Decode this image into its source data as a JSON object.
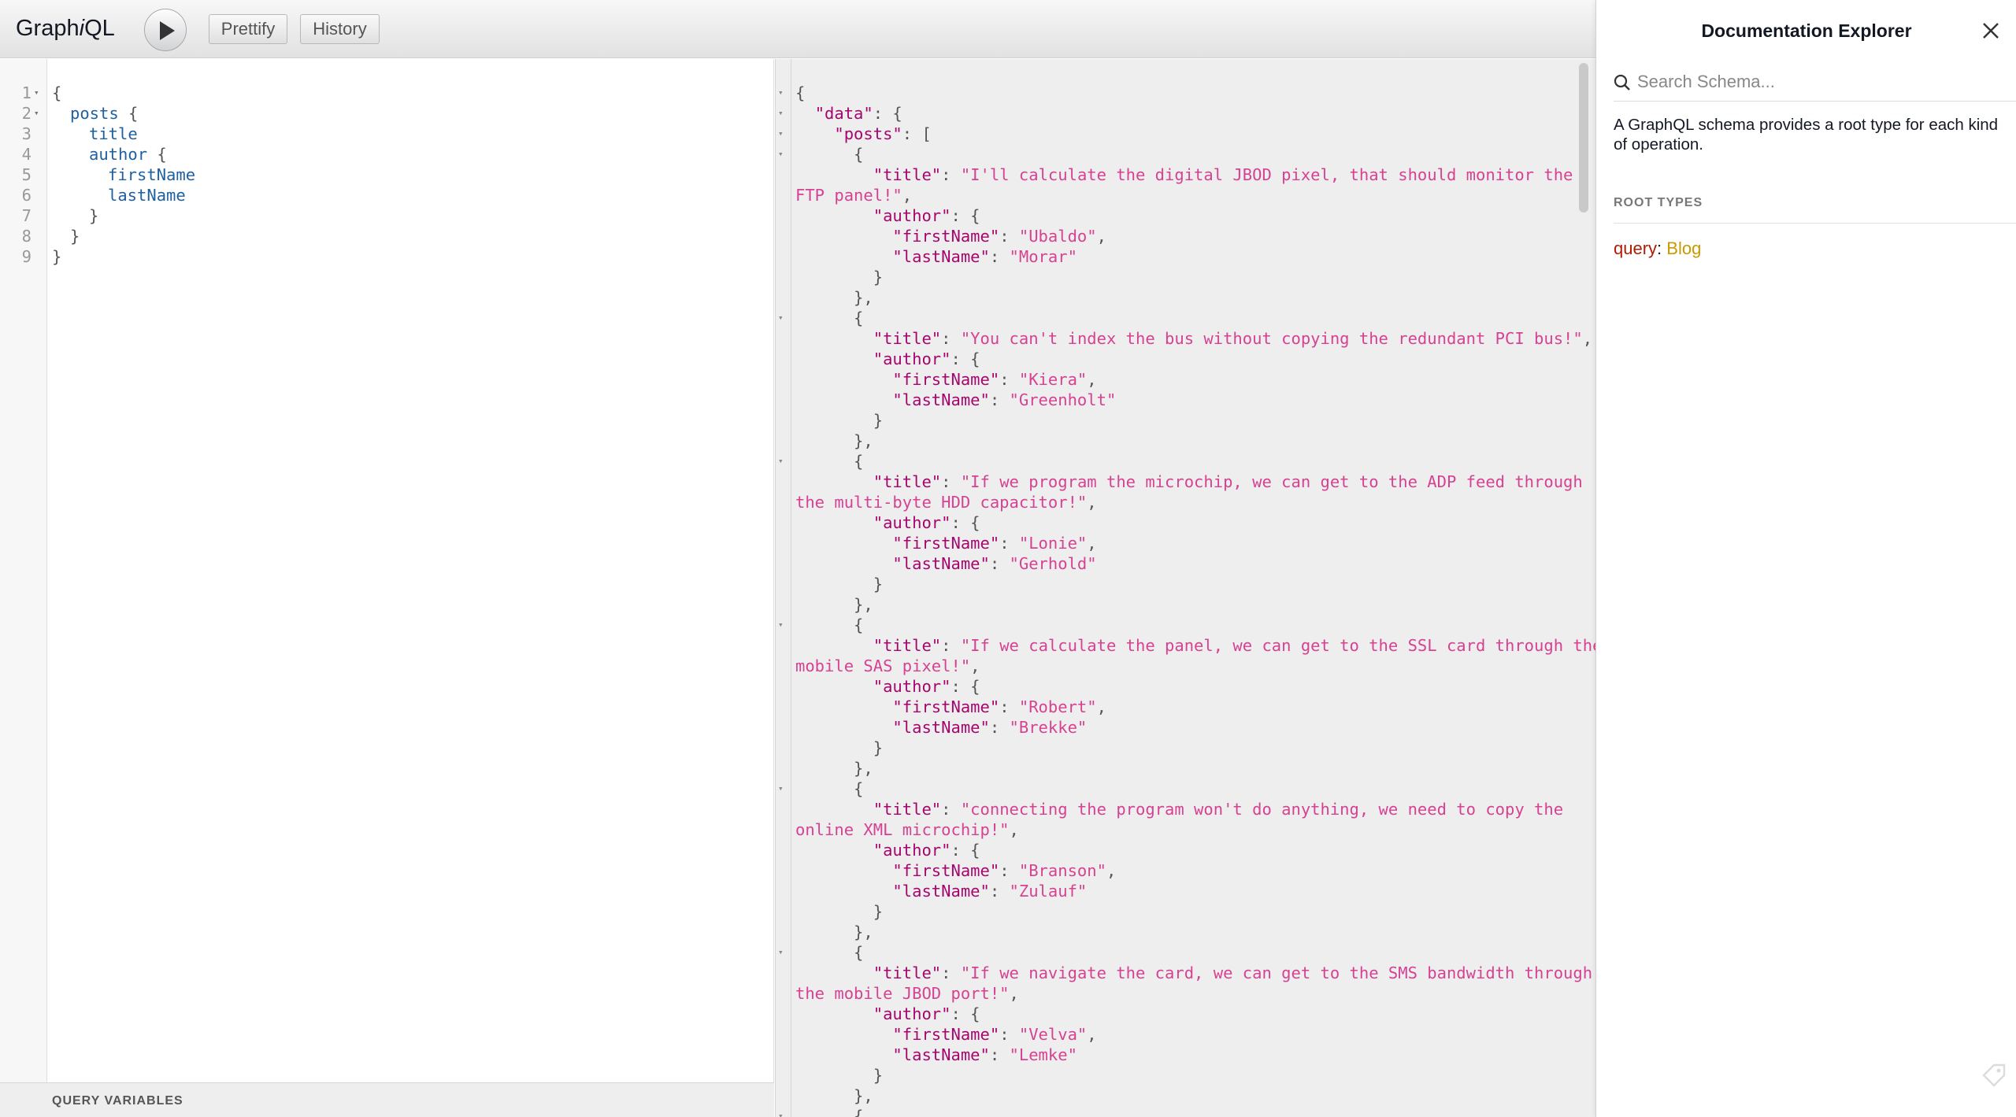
{
  "app": {
    "logo_prefix": "Graph",
    "logo_italic": "i",
    "logo_suffix": "QL"
  },
  "toolbar": {
    "run_icon": "play-icon",
    "prettify_label": "Prettify",
    "history_label": "History"
  },
  "query_editor": {
    "lines": [
      {
        "num": "1",
        "indent": 0,
        "fold": true,
        "text": "{"
      },
      {
        "num": "2",
        "indent": 1,
        "fold": true,
        "field": "posts",
        "suffix": " {"
      },
      {
        "num": "3",
        "indent": 2,
        "fold": false,
        "field": "title",
        "suffix": ""
      },
      {
        "num": "4",
        "indent": 2,
        "fold": false,
        "field": "author",
        "suffix": " {"
      },
      {
        "num": "5",
        "indent": 3,
        "fold": false,
        "field": "firstName",
        "suffix": ""
      },
      {
        "num": "6",
        "indent": 3,
        "fold": false,
        "field": "lastName",
        "suffix": ""
      },
      {
        "num": "7",
        "indent": 2,
        "fold": false,
        "text": "}"
      },
      {
        "num": "8",
        "indent": 1,
        "fold": false,
        "text": "}"
      },
      {
        "num": "9",
        "indent": 0,
        "fold": false,
        "text": "}"
      }
    ],
    "variables_label": "QUERY VARIABLES"
  },
  "result": {
    "posts": [
      {
        "title_line1": "\"I'll calculate the digital JBOD pixel, that should monitor the",
        "title_line2": "FTP panel!\"",
        "firstName": "Ubaldo",
        "lastName": "Morar"
      },
      {
        "title_line1": "\"You can't index the bus without copying the redundant PCI bus!\"",
        "title_line2": "",
        "firstName": "Kiera",
        "lastName": "Greenholt"
      },
      {
        "title_line1": "\"If we program the microchip, we can get to the ADP feed through",
        "title_line2": "the multi-byte HDD capacitor!\"",
        "firstName": "Lonie",
        "lastName": "Gerhold"
      },
      {
        "title_line1": "\"If we calculate the panel, we can get to the SSL card through the",
        "title_line2": "mobile SAS pixel!\"",
        "firstName": "Robert",
        "lastName": "Brekke"
      },
      {
        "title_line1": "\"connecting the program won't do anything, we need to copy the",
        "title_line2": "online XML microchip!\"",
        "firstName": "Branson",
        "lastName": "Zulauf"
      },
      {
        "title_line1": "\"If we navigate the card, we can get to the SMS bandwidth through",
        "title_line2": "the mobile JBOD port!\"",
        "firstName": "Velva",
        "lastName": "Lemke"
      }
    ]
  },
  "docs": {
    "title": "Documentation Explorer",
    "close_icon": "close-icon",
    "search_placeholder": "Search Schema...",
    "description": "A GraphQL schema provides a root type for each kind of operation.",
    "section_label": "ROOT TYPES",
    "root_name": "query",
    "root_sep": ": ",
    "root_type": "Blog"
  },
  "colors": {
    "json_key": "#a5066d",
    "json_string": "#d64292",
    "graphql_field": "#1f61a0",
    "root_name": "#b11a04",
    "root_type": "#ca9800"
  }
}
